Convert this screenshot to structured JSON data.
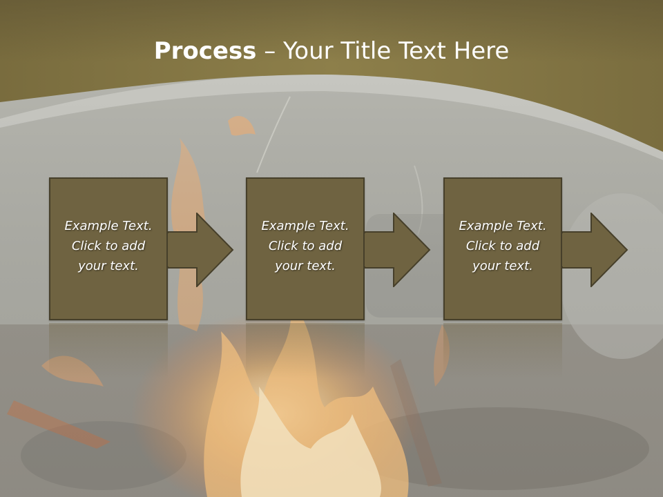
{
  "slide": {
    "title_bold": "Process",
    "title_rest": " – Your Title Text Here",
    "steps": [
      {
        "line1": "Example Text.",
        "line2": "Click  to add",
        "line3": "your text."
      },
      {
        "line1": "Example Text.",
        "line2": "Click  to add",
        "line3": "your text."
      },
      {
        "line1": "Example Text.",
        "line2": "Click  to add",
        "line3": "your text."
      }
    ]
  },
  "colors": {
    "header_band": "#8a7b48",
    "box_fill": "#6f6341",
    "box_border": "#463f2a",
    "background_gray": "#9d9d97",
    "flame": "#f7a24a"
  },
  "icons": [
    "right-arrow-icon"
  ]
}
